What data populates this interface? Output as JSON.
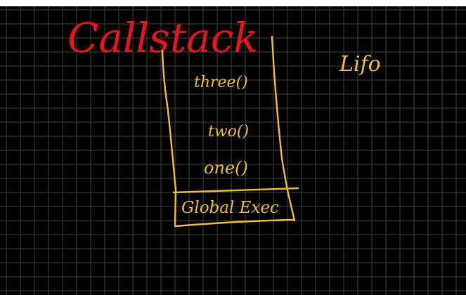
{
  "colors": {
    "background": "#000000",
    "grid": "#3f3f3f",
    "top_strip": "#ffffff",
    "title": "#e5161b",
    "ink": "#f2bd2e",
    "note": "#f2bd2e"
  },
  "diagram": {
    "title": "Callstack",
    "note": "Lifo",
    "stack_frames": [
      "three()",
      "two()",
      "one()"
    ],
    "base_frame": "Global Exec"
  }
}
